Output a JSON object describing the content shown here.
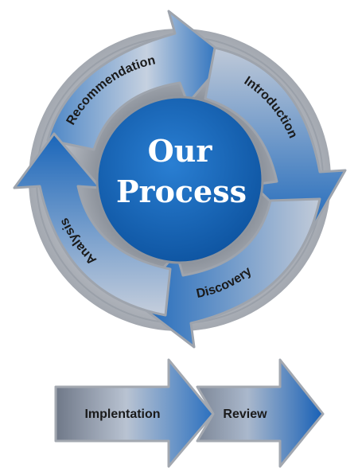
{
  "center": {
    "line1": "Our",
    "line2": "Process"
  },
  "cycle_steps": [
    {
      "label": "Recommendation"
    },
    {
      "label": "Introduction"
    },
    {
      "label": "Discovery"
    },
    {
      "label": "Analysis"
    }
  ],
  "linear_steps": [
    {
      "label": "Implentation"
    },
    {
      "label": "Review"
    }
  ],
  "colors": {
    "ring_gray": "#a4a9b1",
    "ring_gray_light": "#c9ccd2",
    "arrow_blue": "#1f6fc2",
    "arrow_blue_dark": "#0e4f98",
    "arrow_light": "#cfd7e3",
    "center_blue": "#1b68bb",
    "label_text": "#1a1a1a",
    "center_text": "#ffffff"
  }
}
